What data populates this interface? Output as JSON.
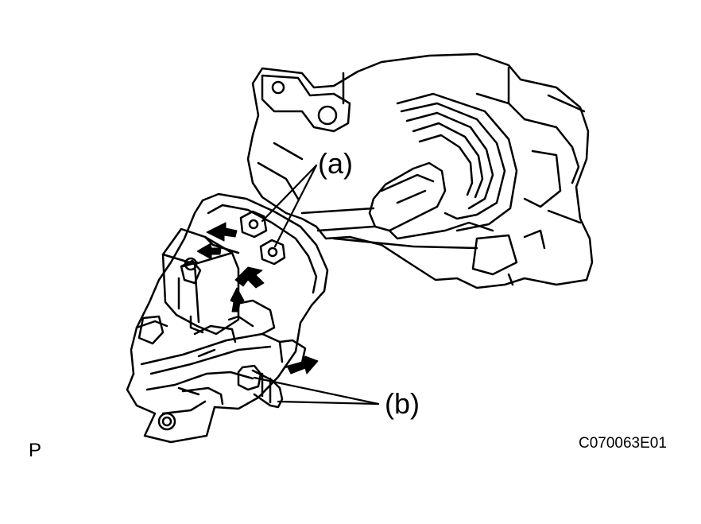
{
  "labels": {
    "callout_a": "(a)",
    "callout_b": "(b)",
    "view_marker": "P",
    "figure_code": "C070063E01"
  }
}
